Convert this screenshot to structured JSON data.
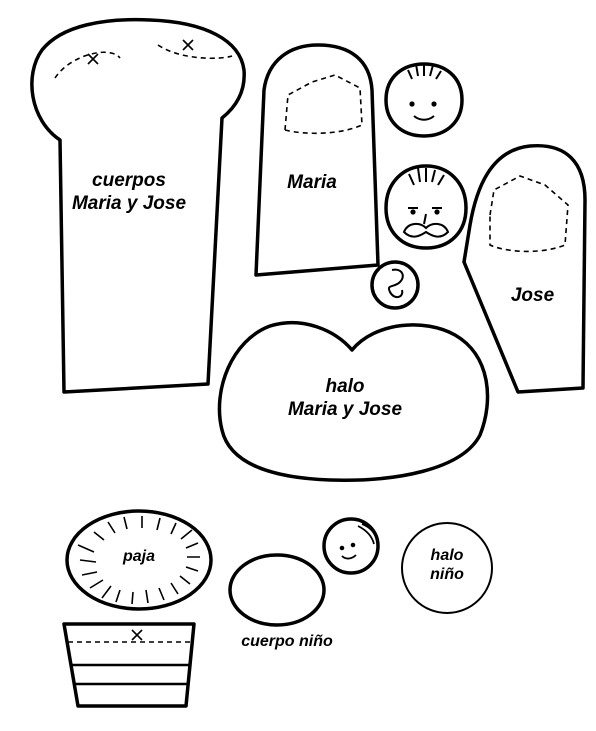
{
  "labels": {
    "bodies_line1": "cuerpos",
    "bodies_line2": "Maria y Jose",
    "maria": "Maria",
    "jose": "Jose",
    "halo_line1": "halo",
    "halo_line2": "Maria y Jose",
    "straw": "paja",
    "baby_halo_line1": "halo",
    "baby_halo_line2": "niño",
    "baby_body": "cuerpo niño"
  },
  "colors": {
    "ink": "#000000",
    "paper": "#ffffff"
  }
}
